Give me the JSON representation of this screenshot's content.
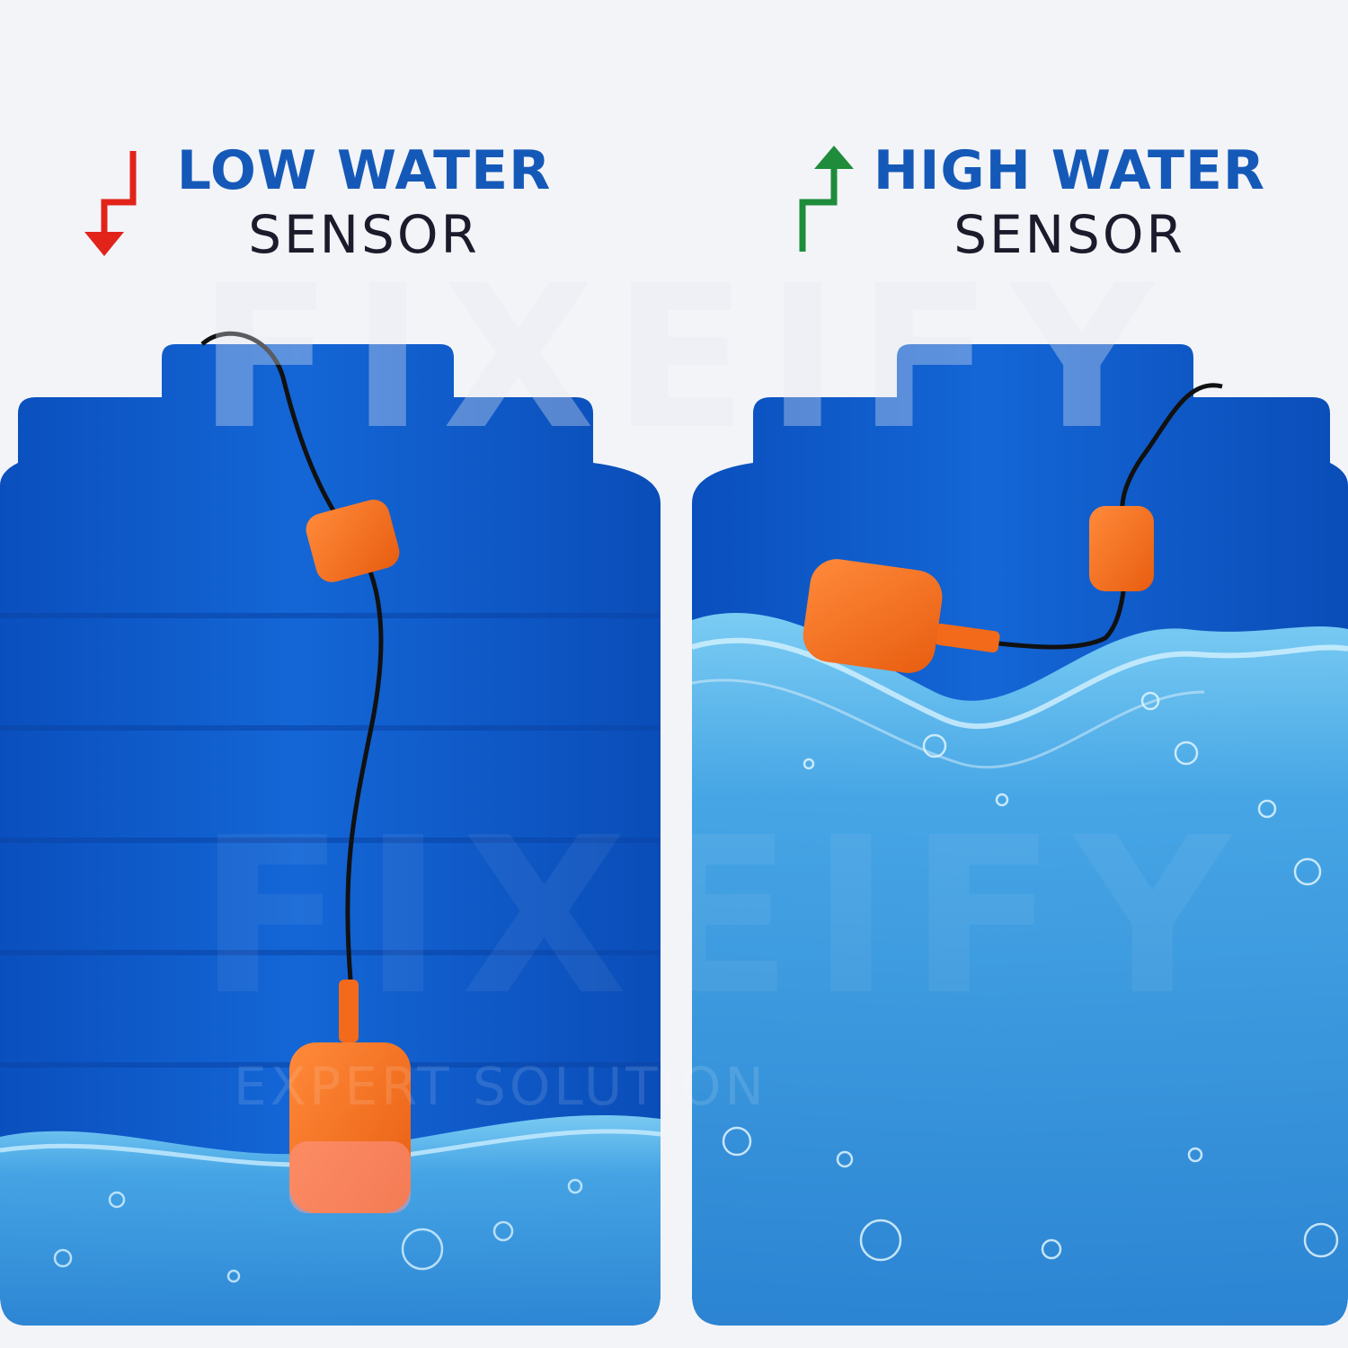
{
  "low_sensor": {
    "title_strong": "LOW WATER",
    "title_light": "SENSOR",
    "arrow_icon": "arrow-down-step-icon",
    "arrow_color": "#e2231a",
    "water_level": 0.16
  },
  "high_sensor": {
    "title_strong": "HIGH WATER",
    "title_light": "SENSOR",
    "arrow_icon": "arrow-up-step-icon",
    "arrow_color": "#1e8c3a",
    "water_level": 0.78
  },
  "watermark": {
    "brand": "FIXEIFY",
    "tagline": "EXPERT SOLUTION"
  },
  "colors": {
    "tank_blue": "#0d55c8",
    "water_blue": "#3a9de0",
    "float_orange": "#f4721e",
    "cable_black": "#111111"
  }
}
